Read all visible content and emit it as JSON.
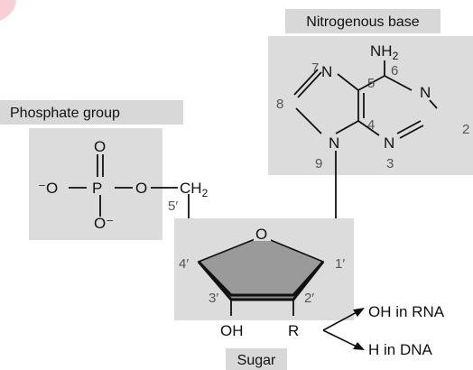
{
  "labels": {
    "nitrogenous_base": "Nitrogenous base",
    "phosphate_group": "Phosphate group",
    "sugar": "Sugar",
    "oh_in_rna": "OH in RNA",
    "h_in_dna": "H in DNA"
  },
  "phosphate": {
    "o_top": "O",
    "o_left": "⁻O",
    "p": "P",
    "o_right": "O",
    "o_bottom": "O⁻",
    "ch2": "CH",
    "ch2_sub": "2",
    "c5": "5′"
  },
  "sugar": {
    "ring_o": "O",
    "c4": "4′",
    "c1": "1′",
    "c3": "3′",
    "c2": "2′",
    "oh": "OH",
    "r": "R"
  },
  "base": {
    "nh2": "NH",
    "nh2_sub": "2",
    "n7": "N",
    "n7_num": "7",
    "c5": "5",
    "c6": "6",
    "n1": "N",
    "c8": "8",
    "c2": "2",
    "c4": "4",
    "n9": "N",
    "n9_num": "9",
    "n3": "N",
    "n3_num": "3"
  },
  "colors": {
    "box_fill": "#dcdcdc",
    "label_fill": "#d8d8d8",
    "sugar_ring": "#9a9a9a",
    "accent": "#f7cfd4"
  }
}
